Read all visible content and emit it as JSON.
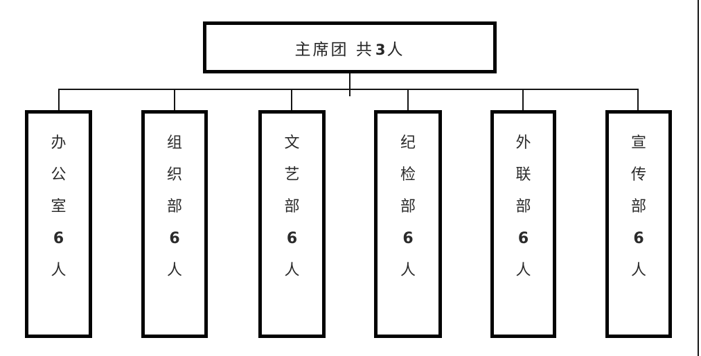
{
  "colors": {
    "background": "#ffffff",
    "box_border": "#040404",
    "connector_line": "#141414",
    "text": "#262626"
  },
  "org": {
    "root": {
      "label": "主席团 共",
      "count": "3",
      "unit": "人"
    },
    "departments": [
      {
        "name": "办公室",
        "count": "6",
        "unit": "人",
        "chars": [
          "办",
          "公",
          "室",
          "6",
          "人"
        ]
      },
      {
        "name": "组织部",
        "count": "6",
        "unit": "人",
        "chars": [
          "组",
          "织",
          "部",
          "6",
          "人"
        ]
      },
      {
        "name": "文艺部",
        "count": "6",
        "unit": "人",
        "chars": [
          "文",
          "艺",
          "部",
          "6",
          "人"
        ]
      },
      {
        "name": "纪检部",
        "count": "6",
        "unit": "人",
        "chars": [
          "纪",
          "检",
          "部",
          "6",
          "人"
        ]
      },
      {
        "name": "外联部",
        "count": "6",
        "unit": "人",
        "chars": [
          "外",
          "联",
          "部",
          "6",
          "人"
        ]
      },
      {
        "name": "宣传部",
        "count": "6",
        "unit": "人",
        "chars": [
          "宣",
          "传",
          "部",
          "6",
          "人"
        ]
      }
    ]
  }
}
